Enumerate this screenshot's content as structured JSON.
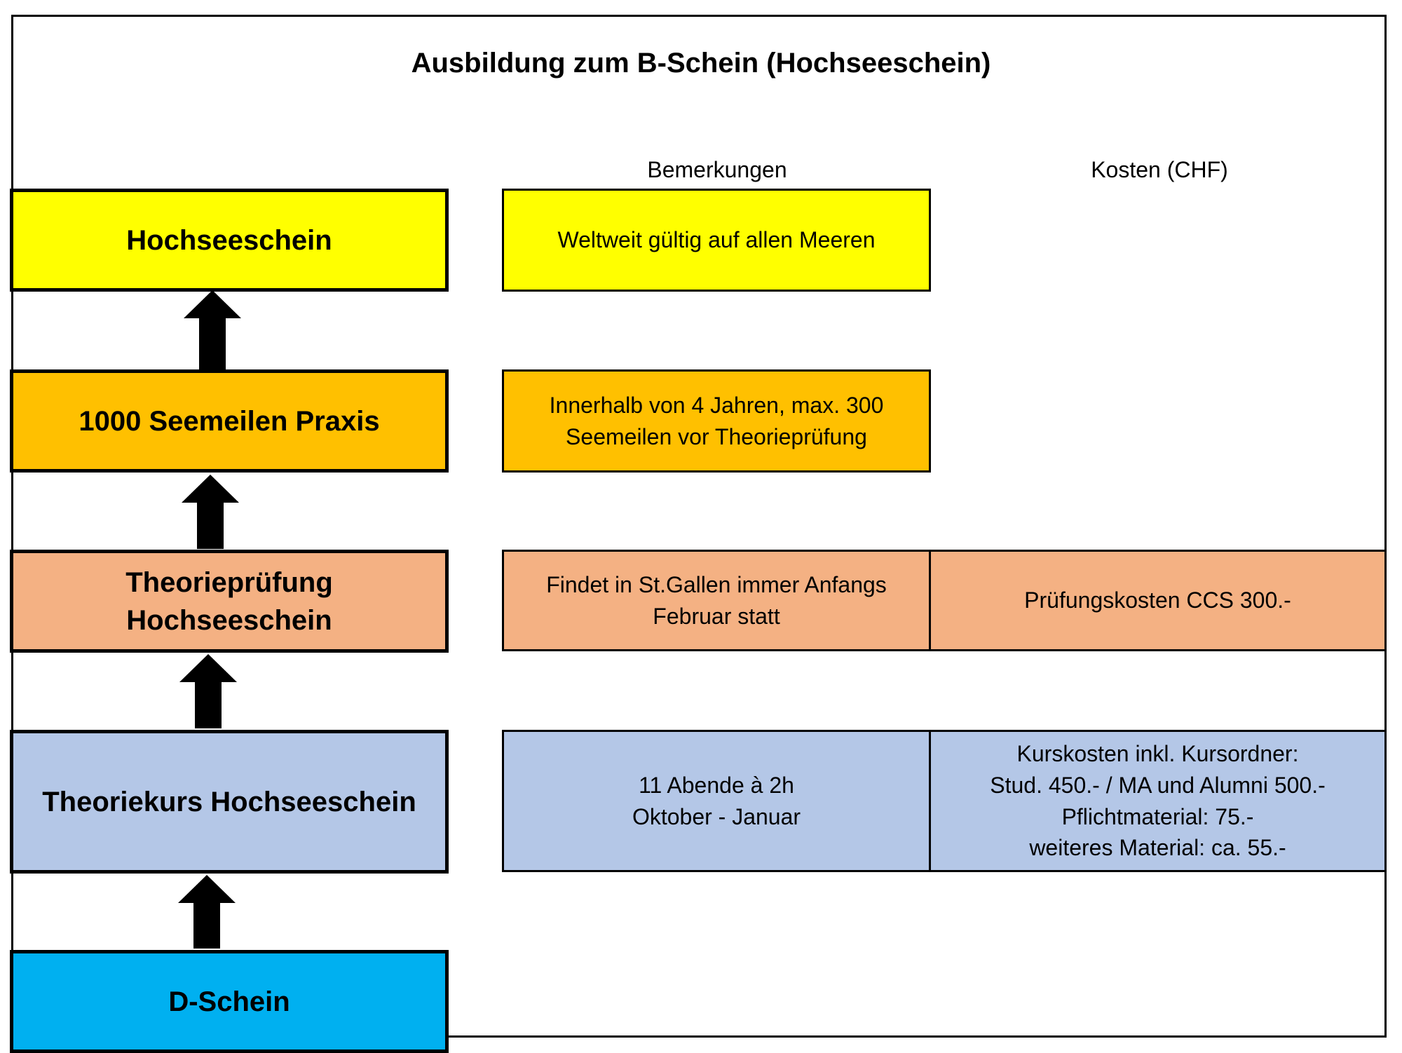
{
  "title": "Ausbildung zum B-Schein (Hochseeschein)",
  "columns": {
    "remarks": "Bemerkungen",
    "costs": "Kosten (CHF)"
  },
  "colors": {
    "yellow": "#FFFF00",
    "orange": "#FFC000",
    "salmon": "#F4B183",
    "lightblue": "#B4C7E7",
    "cyan": "#00B0F0"
  },
  "steps": [
    {
      "label": "Hochseeschein",
      "remark": "Weltweit gültig auf allen Meeren",
      "cost": ""
    },
    {
      "label": "1000 Seemeilen Praxis",
      "remark": "Innerhalb von 4 Jahren, max. 300\nSeemeilen vor Theorieprüfung",
      "cost": ""
    },
    {
      "label": "Theorieprüfung\nHochseeschein",
      "remark": "Findet in St.Gallen immer Anfangs\nFebruar statt",
      "cost": "Prüfungskosten CCS 300.-"
    },
    {
      "label": "Theoriekurs Hochseeschein",
      "remark": "11 Abende à 2h\nOktober - Januar",
      "cost": "Kurskosten inkl. Kursordner:\nStud. 450.- / MA und Alumni 500.-\nPflichtmaterial: 75.-\nweiteres Material: ca. 55.-"
    },
    {
      "label": "D-Schein",
      "remark": "",
      "cost": ""
    }
  ]
}
